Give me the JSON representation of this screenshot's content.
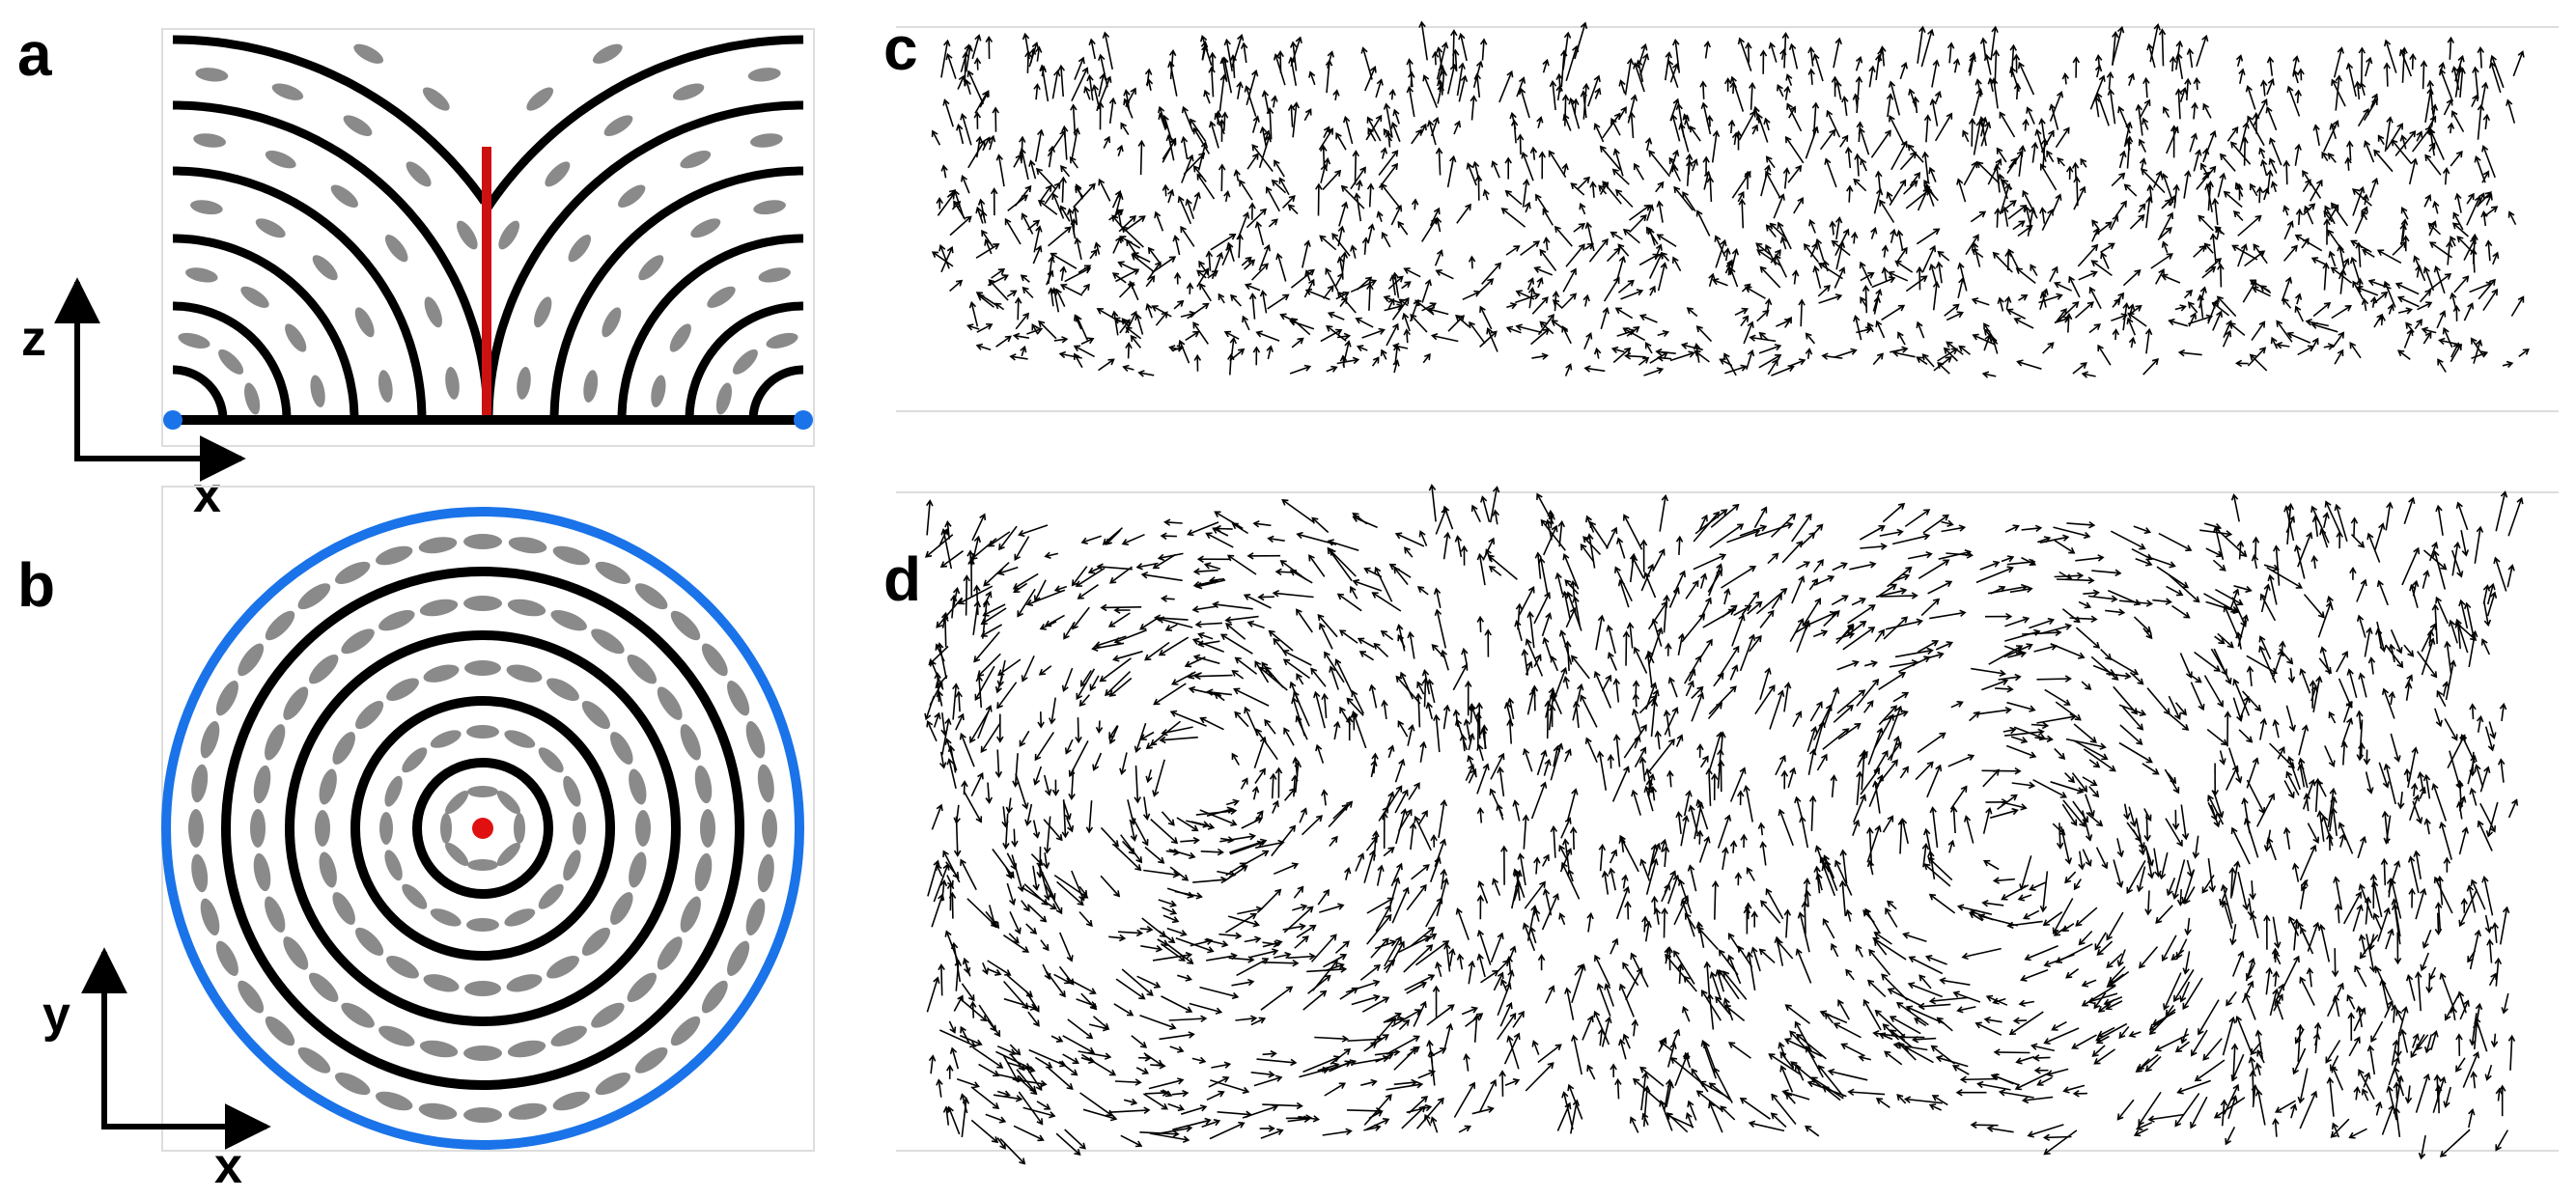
{
  "panels": {
    "a": {
      "letter": "a",
      "axes": {
        "vertical": "z",
        "horizontal": "x"
      }
    },
    "b": {
      "letter": "b",
      "axes": {
        "vertical": "y",
        "horizontal": "x"
      }
    },
    "c": {
      "letter": "c"
    },
    "d": {
      "letter": "d"
    }
  },
  "colors": {
    "line": "#000000",
    "ellipse": "#8a8a8a",
    "defect_line": "#cc1111",
    "boundary": "#1a73e8",
    "frame": "#dddddd",
    "arrow": "#000000"
  },
  "icons": [
    "arrow-up-icon",
    "arrow-right-icon"
  ]
}
